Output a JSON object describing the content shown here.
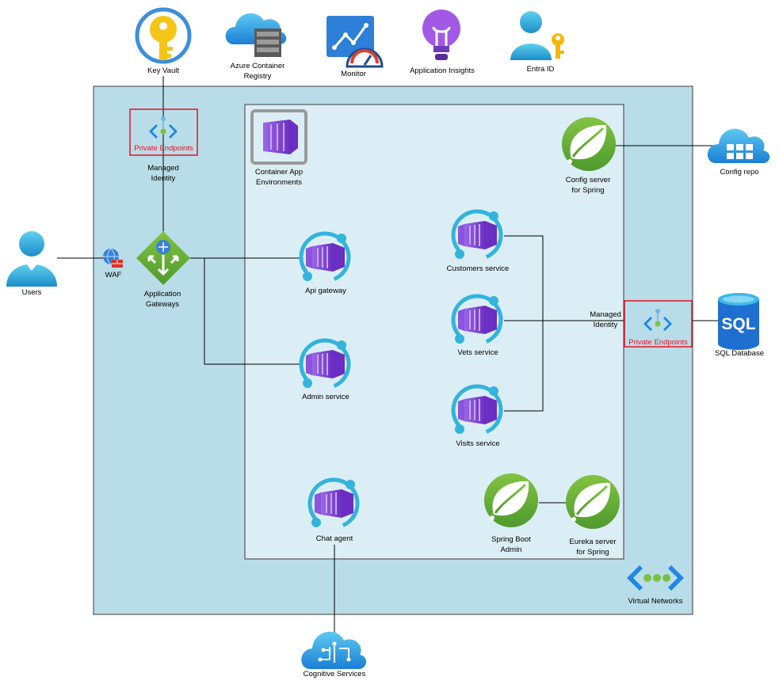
{
  "labels": {
    "key_vault": "Key Vault",
    "acr_line1": "Azure Container",
    "acr_line2": "Registry",
    "monitor": "Monitor",
    "app_insights": "Application Insights",
    "entra_id": "Entra ID",
    "private_endpoints_top": "Private Endpoints",
    "managed_identity_top_1": "Managed",
    "managed_identity_top_2": "Identity",
    "cae_line1": "Container App",
    "cae_line2": "Environments",
    "config_server_1": "Config server",
    "config_server_2": "for Spring",
    "config_repo": "Config repo",
    "users": "Users",
    "waf": "WAF",
    "app_gateway_1": "Application",
    "app_gateway_2": "Gateways",
    "api_gateway": "Api gateway",
    "customers_service": "Customers service",
    "vets_service": "Vets service",
    "visits_service": "Visits service",
    "admin_service": "Admin service",
    "managed_identity_right_1": "Managed",
    "managed_identity_right_2": "Identity",
    "private_endpoints_right": "Private Endpoints",
    "sql_database": "SQL Database",
    "sql_icon_text": "SQL",
    "chat_agent": "Chat agent",
    "spring_boot_admin_1": "Spring Boot",
    "spring_boot_admin_2": "Admin",
    "eureka_1": "Eureka server",
    "eureka_2": "for Spring",
    "virtual_networks": "Virtual Networks",
    "cognitive_services": "Cognitive Services"
  },
  "colors": {
    "vnet_fill": "#b9dde8",
    "cae_fill": "#dbeef5",
    "private_endpoint_red": "#e81123",
    "container_app_purple": "#7b3fd4",
    "spring_green": "#6db33f",
    "azure_blue": "#1e88e5"
  }
}
